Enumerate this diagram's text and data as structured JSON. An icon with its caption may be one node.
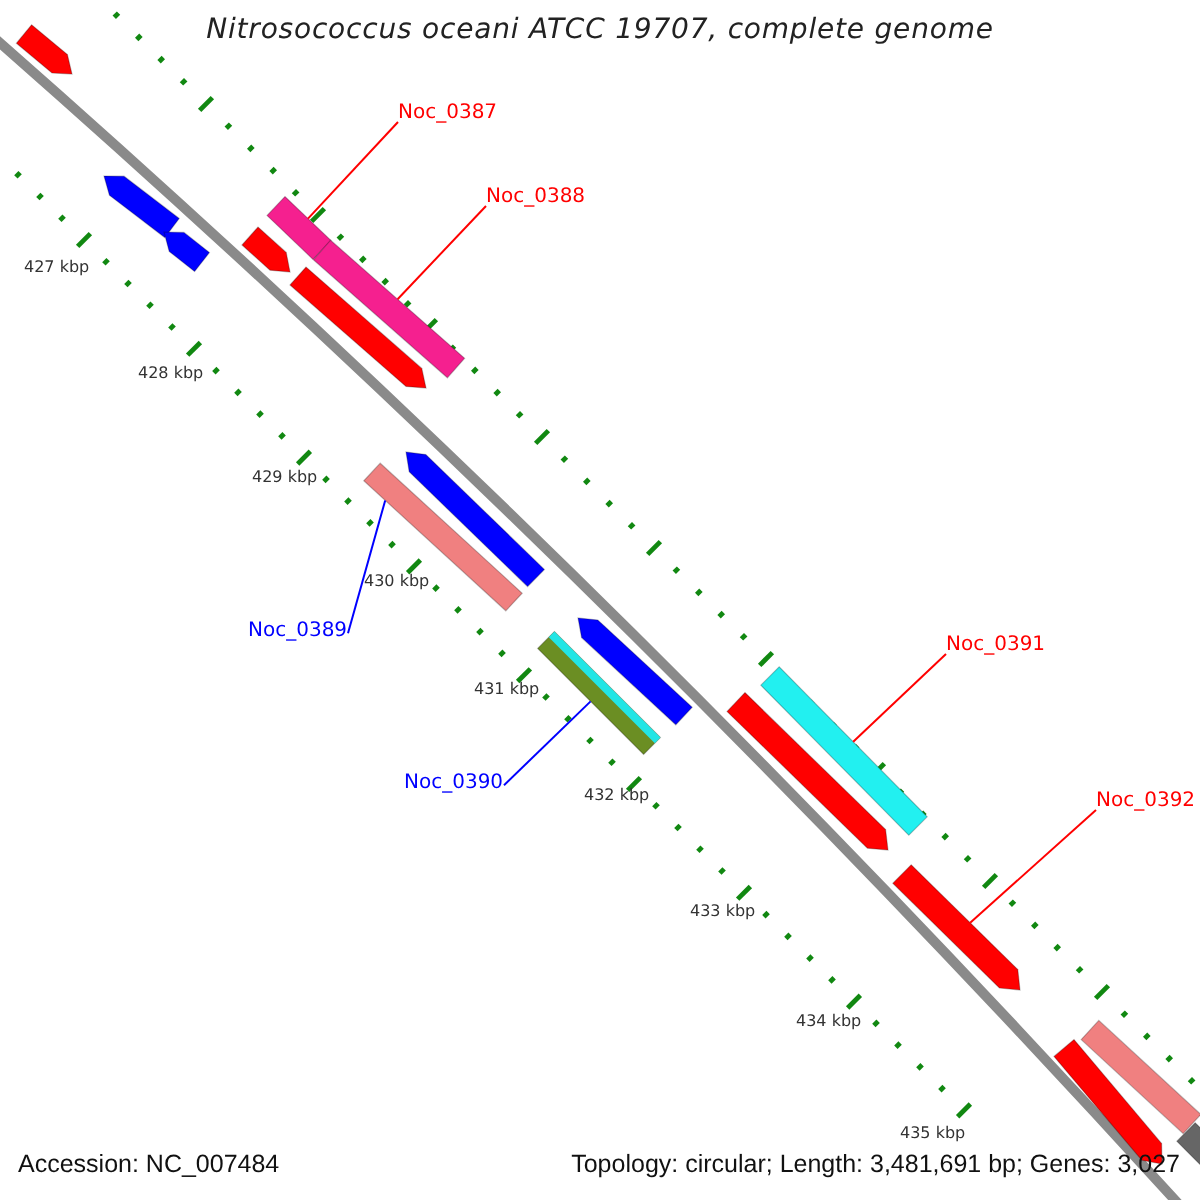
{
  "diagram": {
    "title": "Nitrosococcus oceani ATCC 19707, complete genome",
    "nodes": [
      {
        "text": [
          "Noc_0387"
        ]
      },
      {
        "text": [
          "Noc_0388"
        ]
      },
      {
        "text": [
          "Noc_0389"
        ]
      },
      {
        "text": [
          "Noc_0390"
        ]
      },
      {
        "text": [
          "Noc_0391"
        ]
      },
      {
        "text": [
          "Noc_0392"
        ]
      },
      {
        "text": [],
        "shape": "bar"
      },
      {
        "text": [],
        "shape": "bar"
      },
      {
        "text": [],
        "shape": "bar"
      },
      {
        "text": [],
        "shape": "bar"
      },
      {
        "text": [],
        "shape": "bar"
      },
      {
        "text": [],
        "shape": "bar"
      },
      {
        "text": [],
        "shape": "bar"
      },
      {
        "text": [],
        "shape": "bar"
      },
      {
        "text": [],
        "shape": "bar"
      },
      {
        "text": [],
        "shape": "bar"
      },
      {
        "text": [],
        "shape": "bar"
      },
      {
        "text": [],
        "shape": "bar"
      },
      {
        "text": [],
        "shape": "bar"
      },
      {
        "text": [],
        "shape": "bar"
      },
      {
        "text": [],
        "shape": "bar"
      },
      {
        "text": [],
        "shape": "bar"
      },
      {
        "text": [],
        "shape": "bar"
      }
    ],
    "edges": [
      {
        "from": 0,
        "to": 6,
        "arrow": "none"
      },
      {
        "from": 1,
        "to": 7,
        "arrow": "none"
      },
      {
        "from": 2,
        "to": 8,
        "arrow": "none",
        "color": "#0000ff"
      },
      {
        "from": 3,
        "to": 9,
        "arrow": "none",
        "color": "#0000ff"
      },
      {
        "from": 4,
        "to": 10,
        "arrow": "none"
      },
      {
        "from": 5,
        "to": 11,
        "arrow": "none"
      }
    ],
    "labels": [
      "427 kbp",
      "428 kbp",
      "429 kbp",
      "430 kbp",
      "431 kbp",
      "432 kbp",
      "433 kbp",
      "434 kbp",
      "435 kbp",
      "Accession: NC_007484",
      "Topology: circular; Length: 3,481,691 bp; Genes: 3,027"
    ]
  }
}
